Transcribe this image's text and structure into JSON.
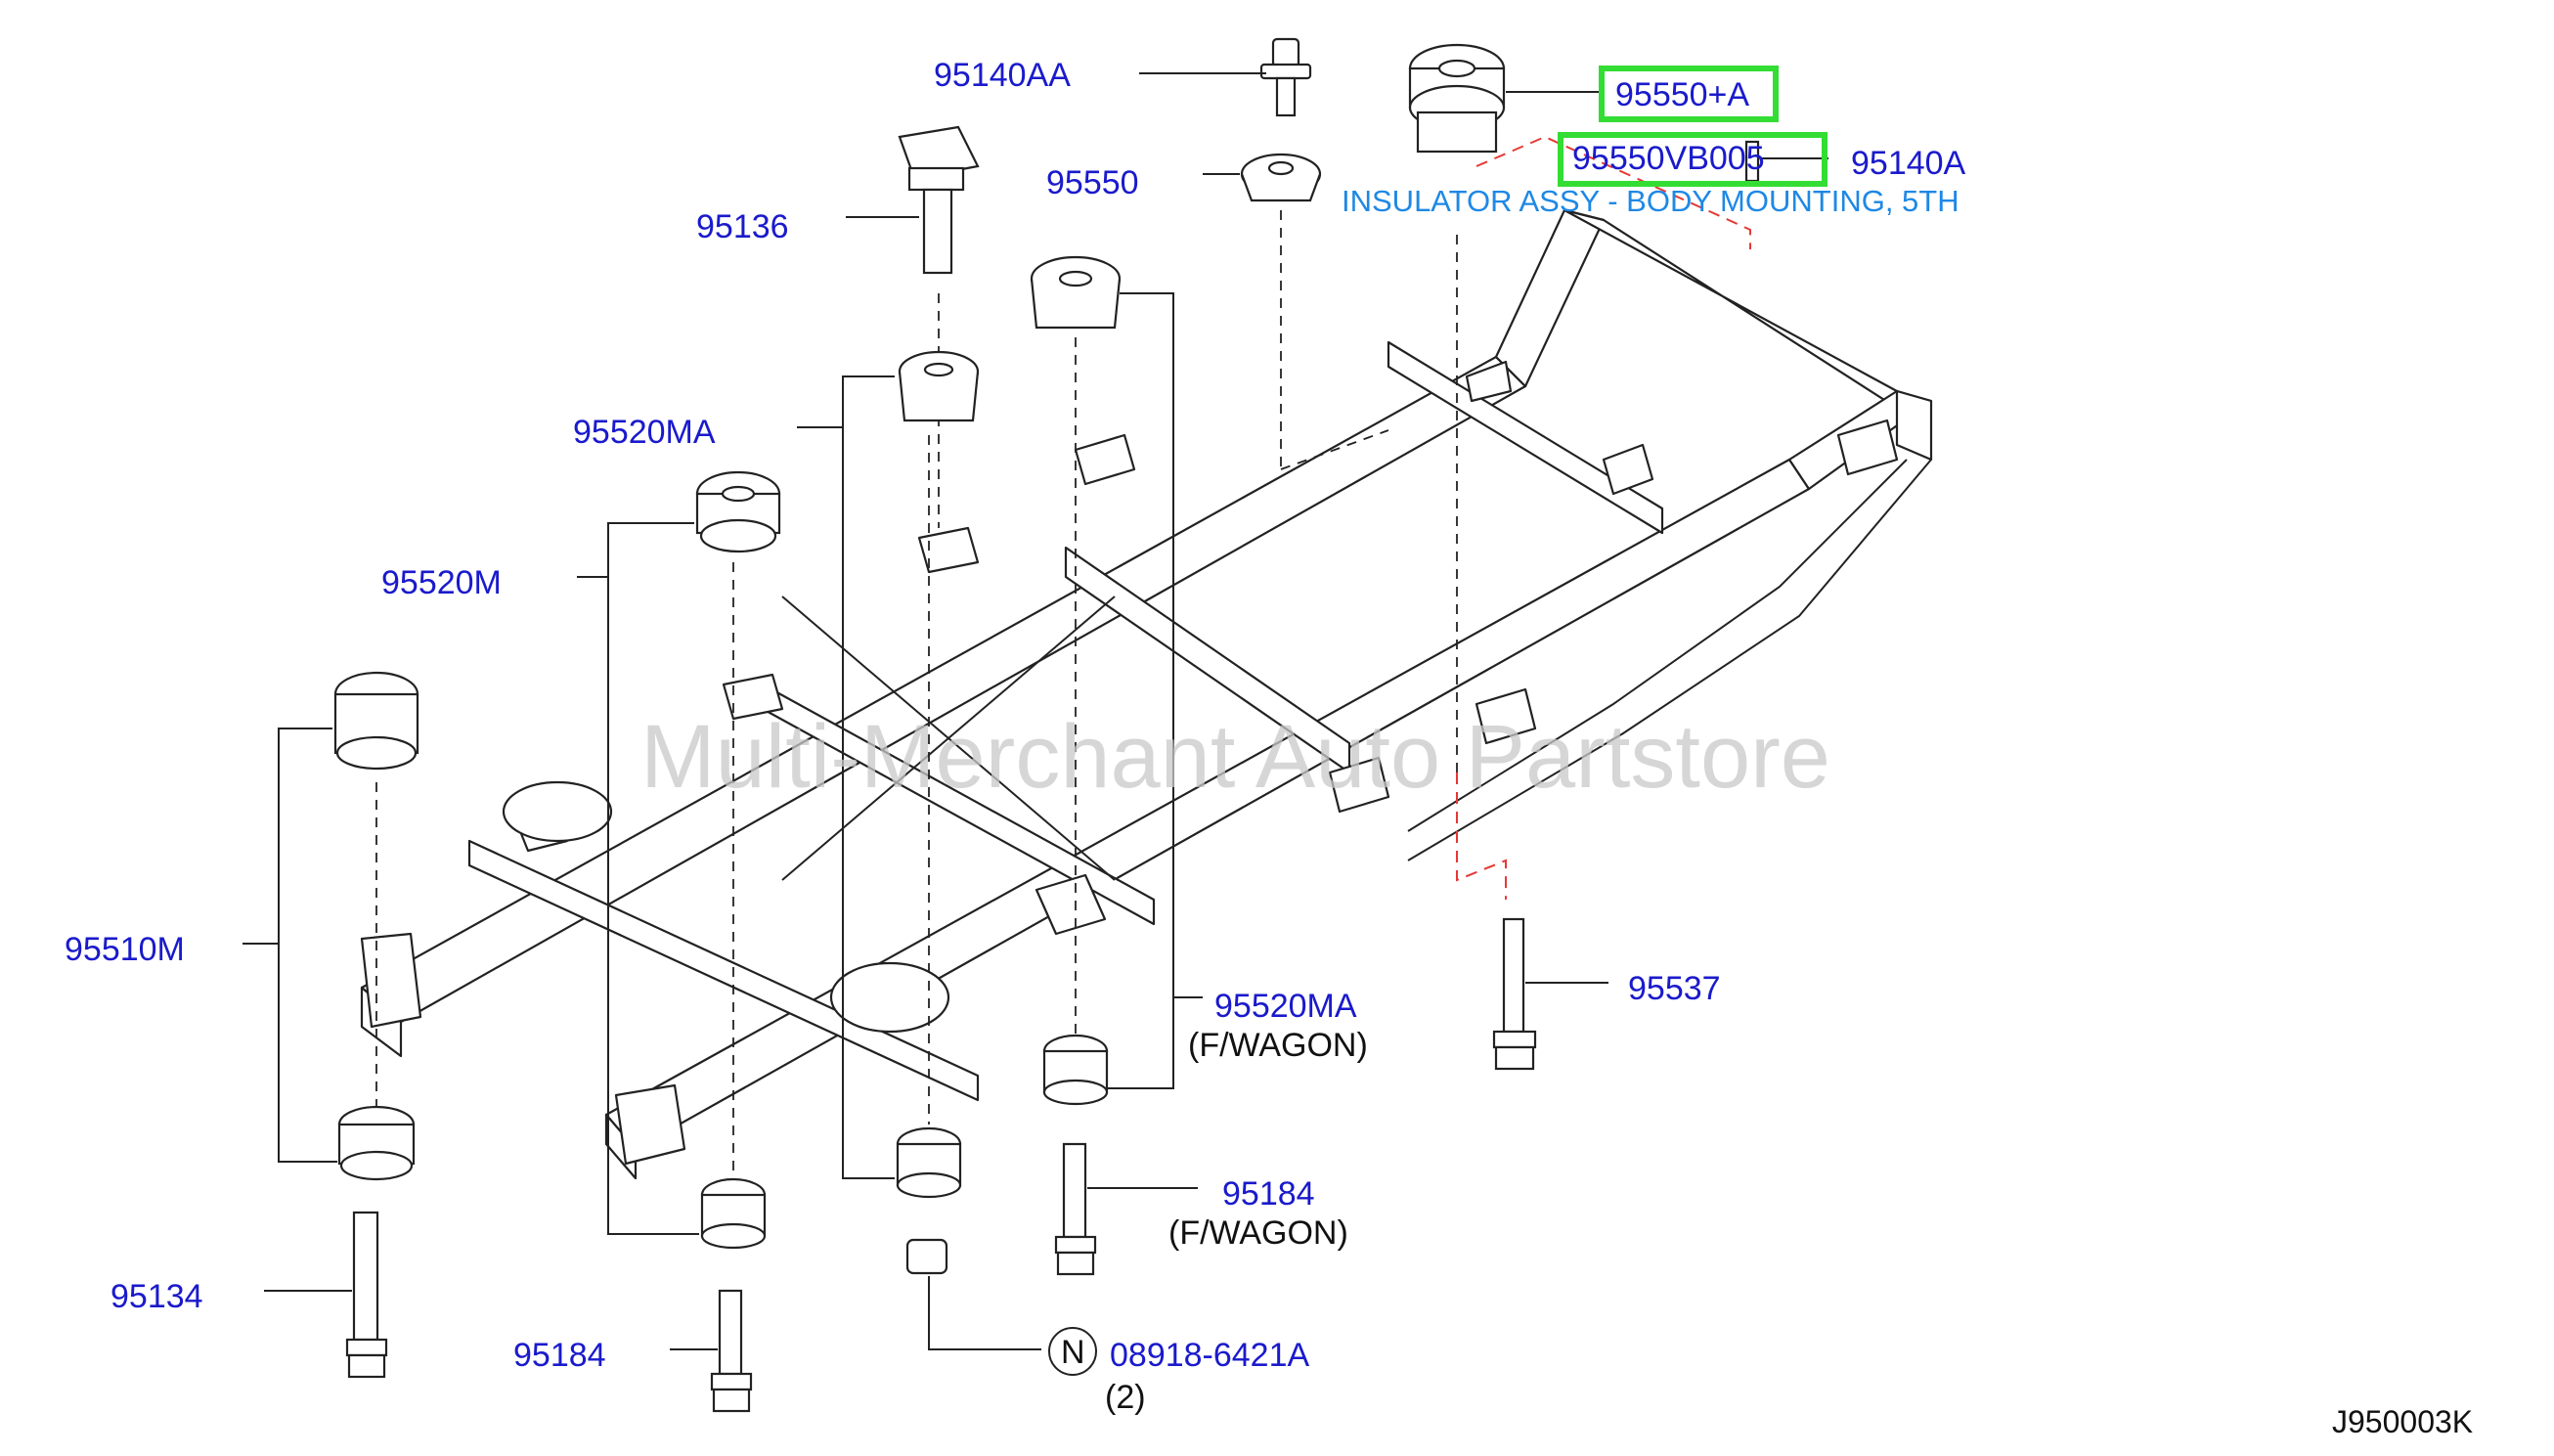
{
  "watermark": "Multi-Merchant Auto Partstore",
  "diagram_code": "J950003K",
  "description": "INSULATOR ASSY - BODY MOUNTING, 5TH",
  "labels": {
    "p95140AA": "95140AA",
    "p95550top": "95550",
    "p95136": "95136",
    "p95520MA_top": "95520MA",
    "p95520M": "95520M",
    "p95510M": "95510M",
    "p95134": "95134",
    "p95184_left": "95184",
    "p95520MA_bottom": "95520MA",
    "fwagon1": "(F/WAGON)",
    "p95184_right": "95184",
    "fwagon2": "(F/WAGON)",
    "n_symbol": "N",
    "p08918": "08918-6421A",
    "qty2": "(2)",
    "p95537": "95537",
    "p95140A": "95140A",
    "hl1": "95550+A",
    "hl2": "95550VB005"
  },
  "colors": {
    "label": "#1a1acc",
    "highlight": "#33dd33",
    "description": "#1e88e5",
    "leader_red": "#e53935"
  }
}
